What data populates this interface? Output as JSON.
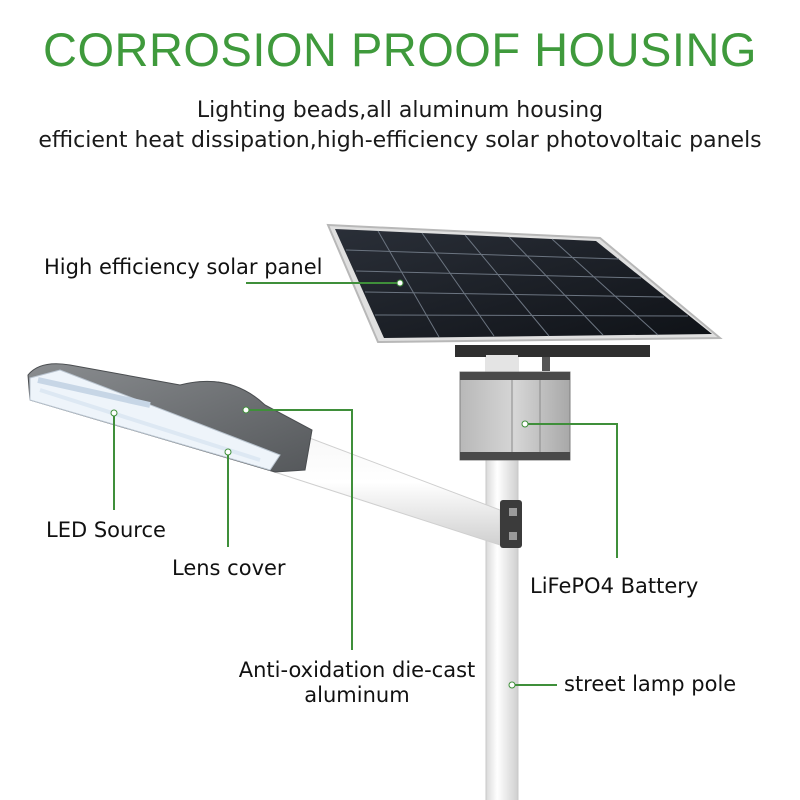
{
  "title": "CORROSION PROOF HOUSING",
  "subtitle_lines": [
    "Lighting beads,all aluminum housing",
    "efficient heat dissipation,high-efficiency solar photovoltaic panels"
  ],
  "labels": {
    "solar_panel": "High efficiency solar panel",
    "led_source": "LED Source",
    "lens_cover": "Lens cover",
    "battery": "LiFePO4 Battery",
    "housing_line1": "Anti-oxidation die-cast",
    "housing_line2": "aluminum",
    "pole": "street lamp pole"
  },
  "colors": {
    "title_green": "#3f9a3c",
    "leader_line": "#3f8f3a",
    "text": "#111111"
  }
}
